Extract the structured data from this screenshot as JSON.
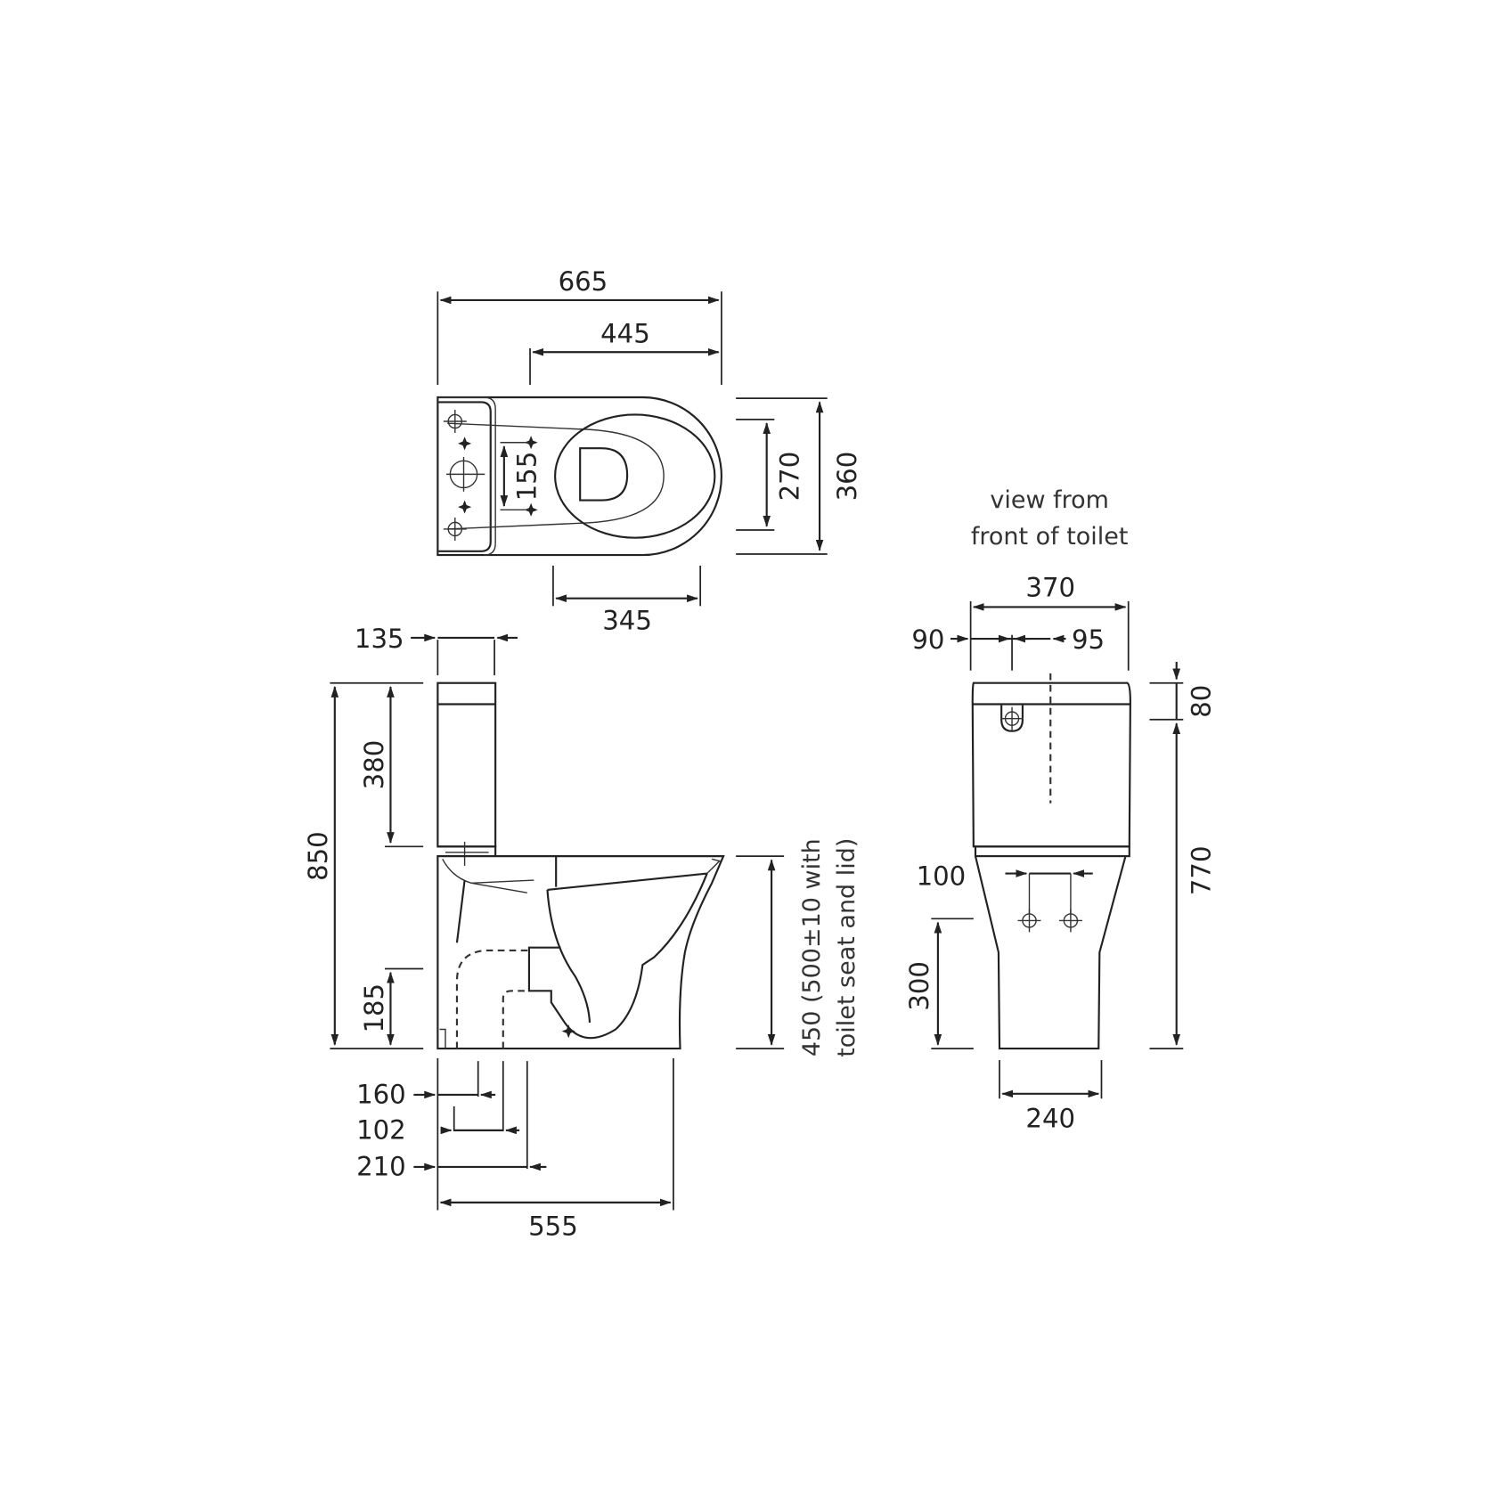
{
  "drawing": {
    "subject": "close-coupled toilet technical drawing",
    "units": "mm",
    "line_color": "#222222",
    "background": "#ffffff"
  },
  "top_view": {
    "dims": {
      "overall_length": "665",
      "bowl_length": "445",
      "seat_width": "270",
      "overall_width": "360",
      "seat_fixing_spacing": "155",
      "bowl_opening": "345"
    }
  },
  "side_view": {
    "dims": {
      "cistern_depth": "135",
      "overall_height": "850",
      "cistern_height": "380",
      "outlet_height": "185",
      "pan_height": "450 (500±10 with",
      "pan_height_line2": "toilet seat and lid)",
      "set_out_160": "160",
      "set_out_102": "102",
      "set_out_210": "210",
      "overall_projection": "555"
    }
  },
  "front_view": {
    "title_line1": "view from",
    "title_line2": "front of toilet",
    "dims": {
      "cistern_width": "370",
      "button_offset": "90",
      "centre_offset": "95",
      "lid_height": "80",
      "height_to_lid": "770",
      "fixing_spacing": "100",
      "fixing_height": "300",
      "base_width": "240"
    }
  }
}
